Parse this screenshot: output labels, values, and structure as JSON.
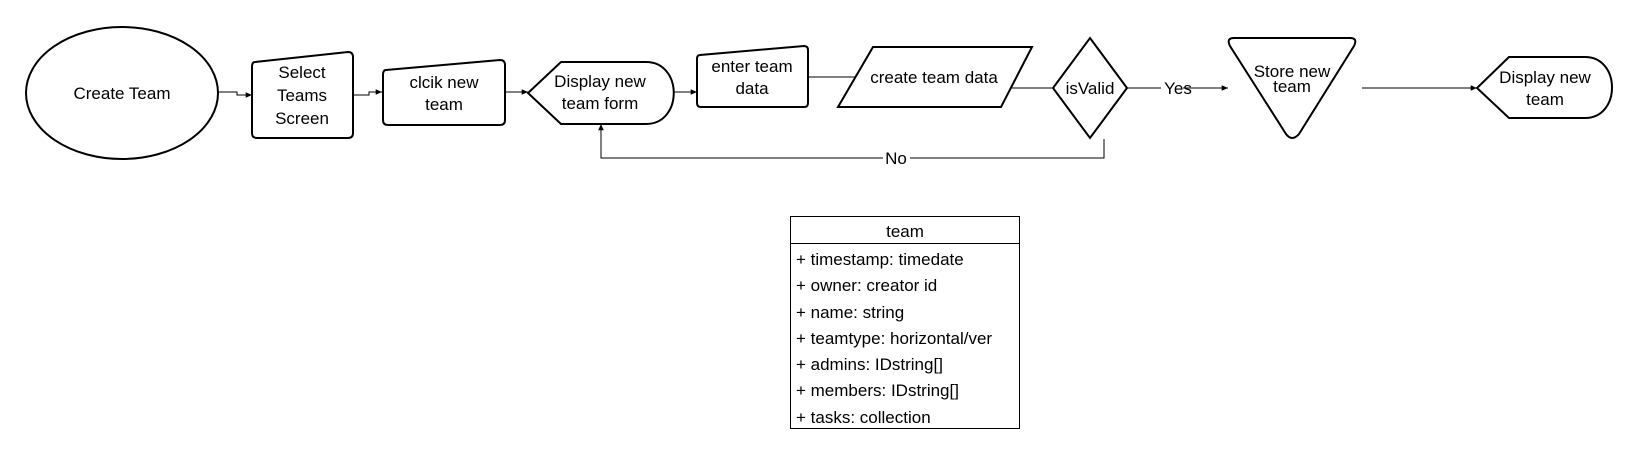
{
  "flowchart": {
    "nodes": {
      "create_team": "Create Team",
      "select_teams_screen": [
        "Select",
        "Teams",
        "Screen"
      ],
      "click_new_team": [
        "clcik new",
        "team"
      ],
      "display_new_team_form": [
        "Display new",
        "team form"
      ],
      "enter_team_data": [
        "enter team",
        "data"
      ],
      "create_team_data": "create team data",
      "is_valid": "isValid",
      "store_new_team": [
        "Store new",
        "team"
      ],
      "display_new_team": [
        "Display new",
        "team"
      ]
    },
    "edges": {
      "yes_label": "Yes",
      "no_label": "No"
    }
  },
  "class_box": {
    "title": "team",
    "fields": [
      "+ timestamp: timedate",
      "+ owner: creator id",
      "+ name: string",
      "+ teamtype: horizontal/ver",
      "+ admins: IDstring[]",
      "+ members: IDstring[]",
      "+ tasks: collection"
    ]
  },
  "colors": {
    "stroke": "#000000",
    "fill": "#ffffff"
  }
}
